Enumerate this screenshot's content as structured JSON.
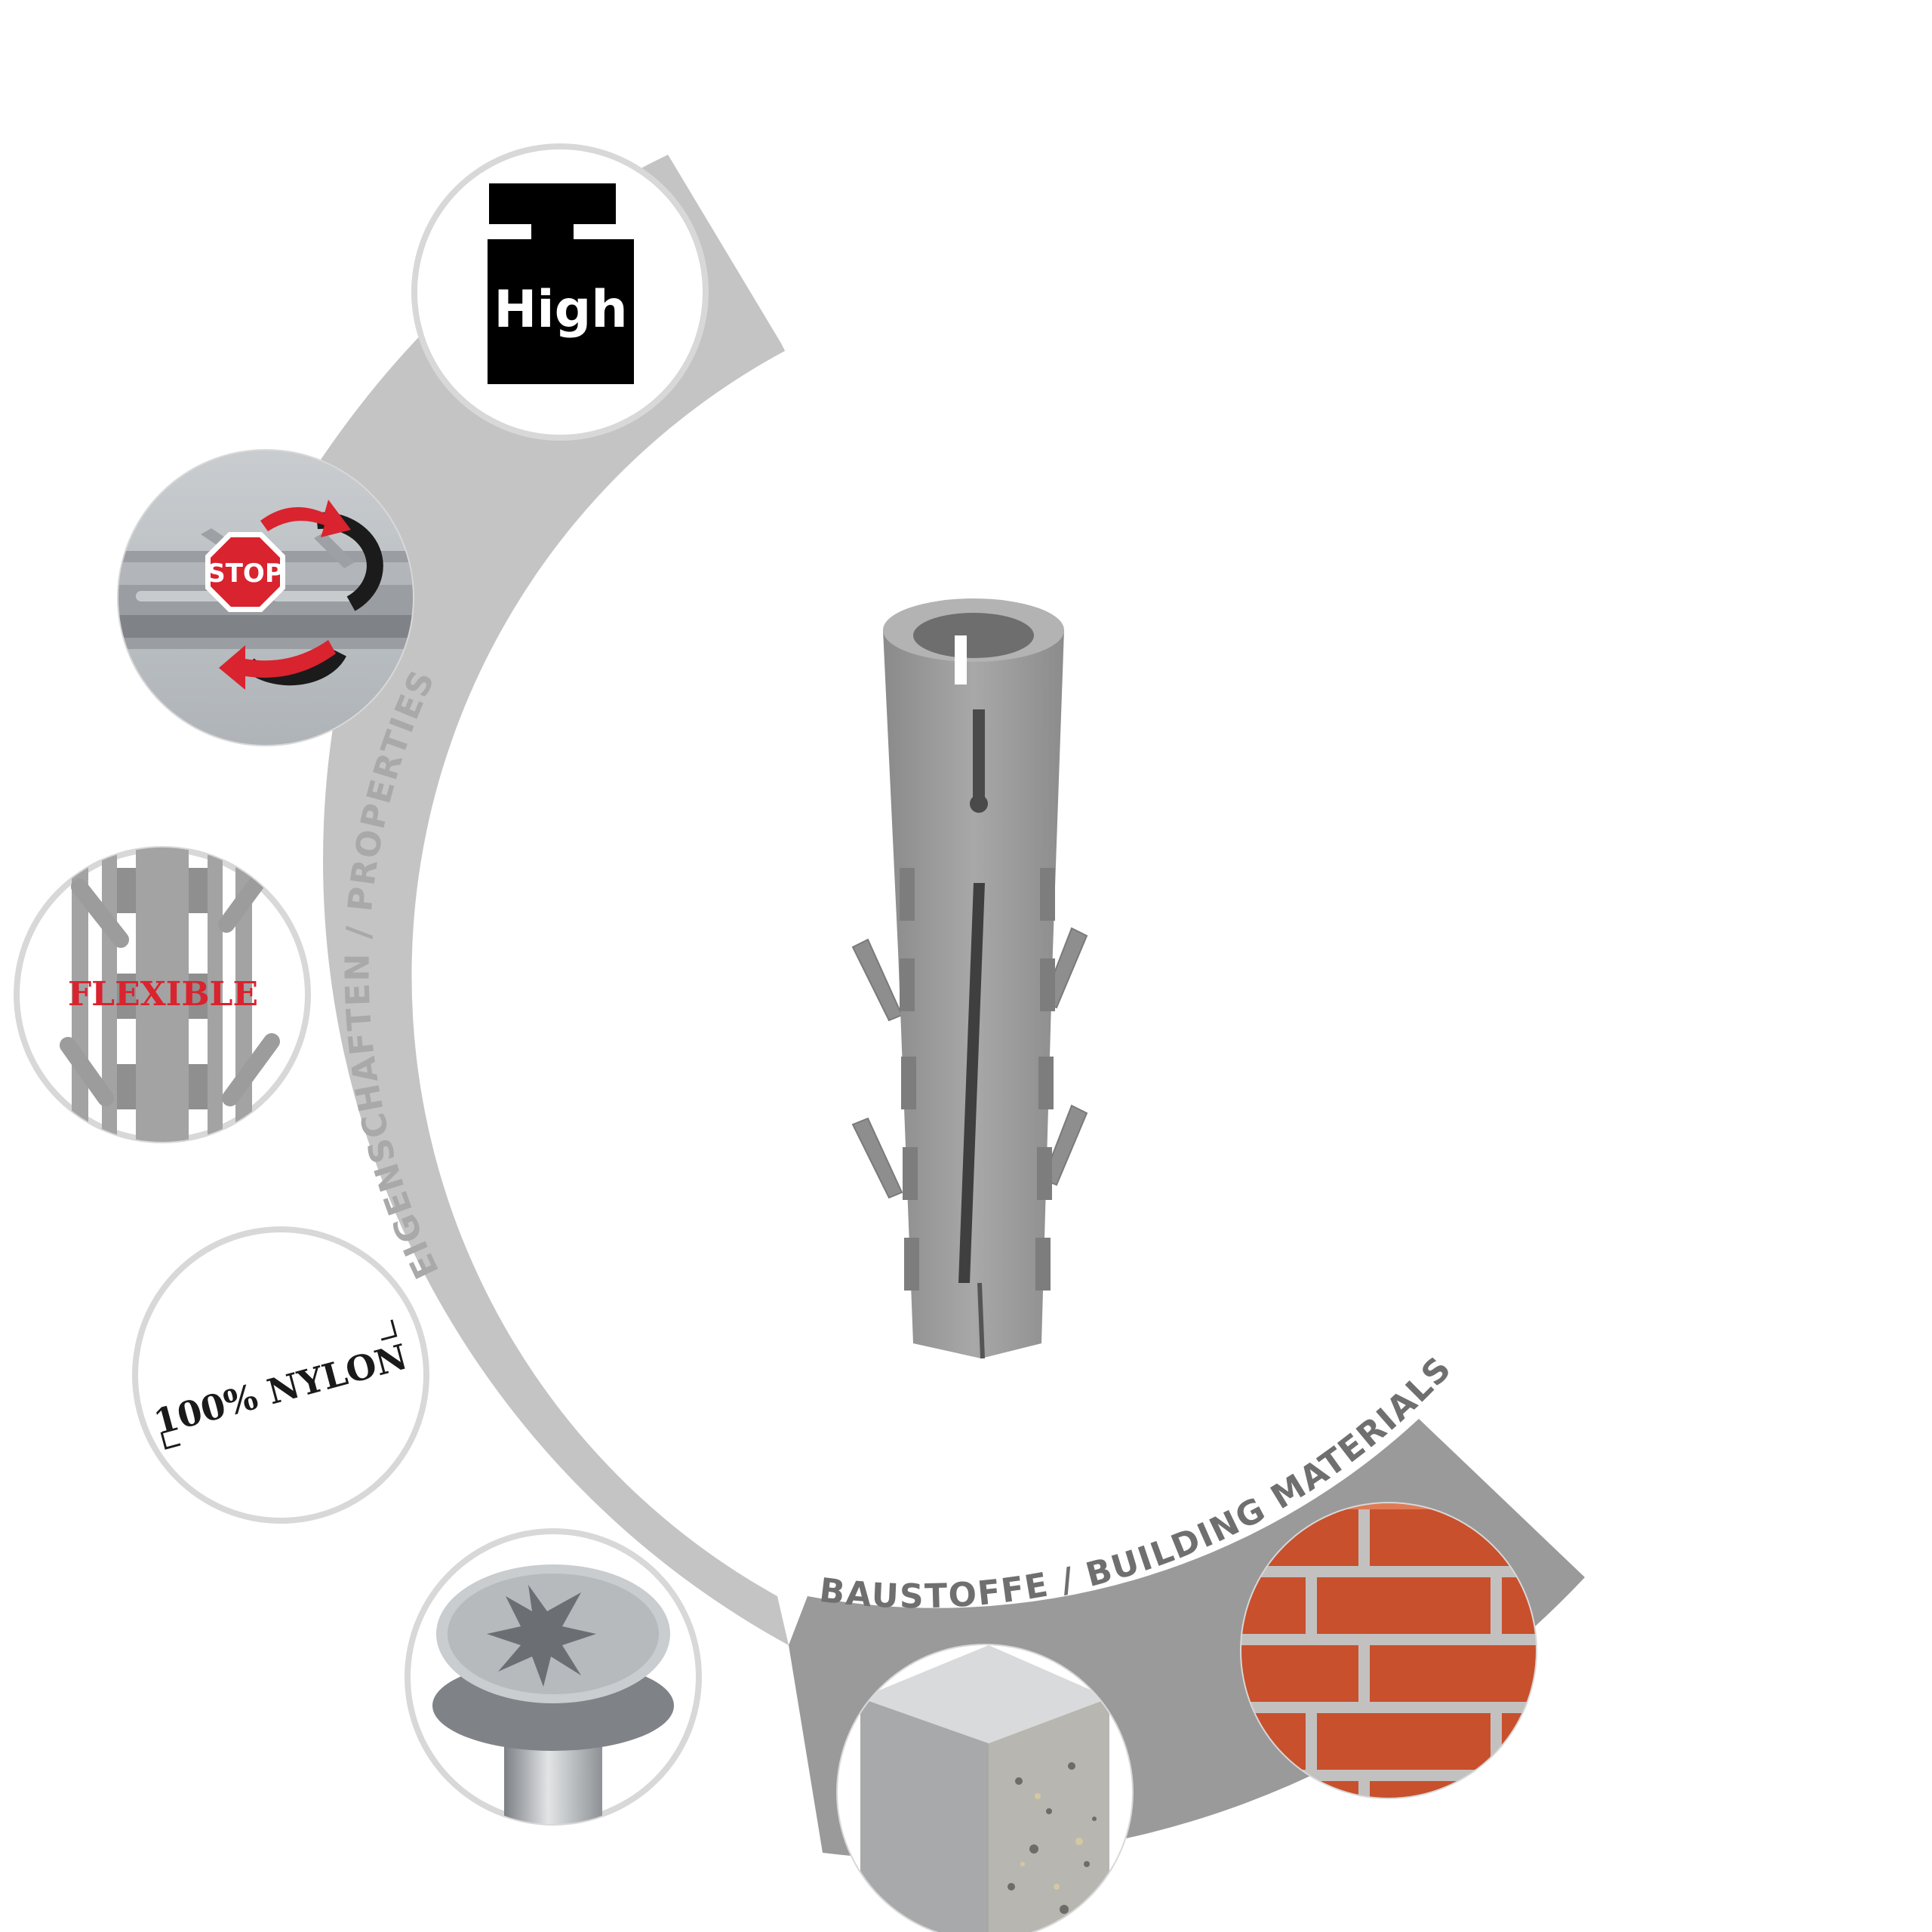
{
  "properties_label": "EIGENSCHAFTEN / PROPERTIES",
  "materials_label": "BAUSTOFFE / BUILDING MATERIALS",
  "badges": {
    "load": "High",
    "anti_rotation": "STOP",
    "flexible": "FLEXIBLE",
    "nylon": "100% NYLON"
  },
  "colors": {
    "arc_gray": "#c4c4c4",
    "arc_dark_gray": "#9a9a9a",
    "dowel_gray": "#9c9c9c",
    "stop_red": "#d9232e",
    "brick_red": "#c8502c"
  }
}
